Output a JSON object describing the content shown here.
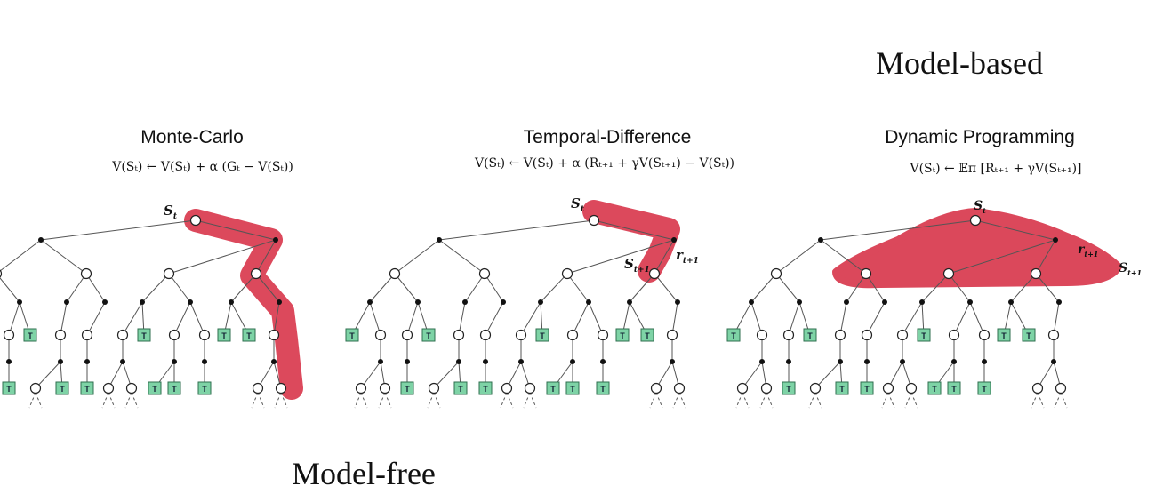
{
  "labels": {
    "model_based": "Model-based",
    "model_free": "Model-free"
  },
  "panels": [
    {
      "id": "mc",
      "title": "Monte-Carlo",
      "equation": "V(Sₜ) ← V(Sₜ) + α (Gₜ − V(Sₜ))"
    },
    {
      "id": "td",
      "title": "Temporal-Difference",
      "equation": "V(Sₜ) ← V(Sₜ) + α (Rₜ₊₁ + γV(Sₜ₊₁) − V(Sₜ))"
    },
    {
      "id": "dp",
      "title": "Dynamic Programming",
      "equation": "V(Sₜ) ← 𝔼π [Rₜ₊₁ + γV(Sₜ₊₁)]"
    }
  ],
  "node_labels": {
    "state_t": "S",
    "state_t_sub": "t",
    "reward": "r",
    "reward_sub": "t+1",
    "state_next": "S",
    "state_next_sub": "t+1",
    "terminal": "T"
  },
  "colors": {
    "highlight": "#d9394e",
    "terminal_fill": "#7ed3a6",
    "terminal_stroke": "#2f6f4f",
    "edge": "#555555"
  }
}
